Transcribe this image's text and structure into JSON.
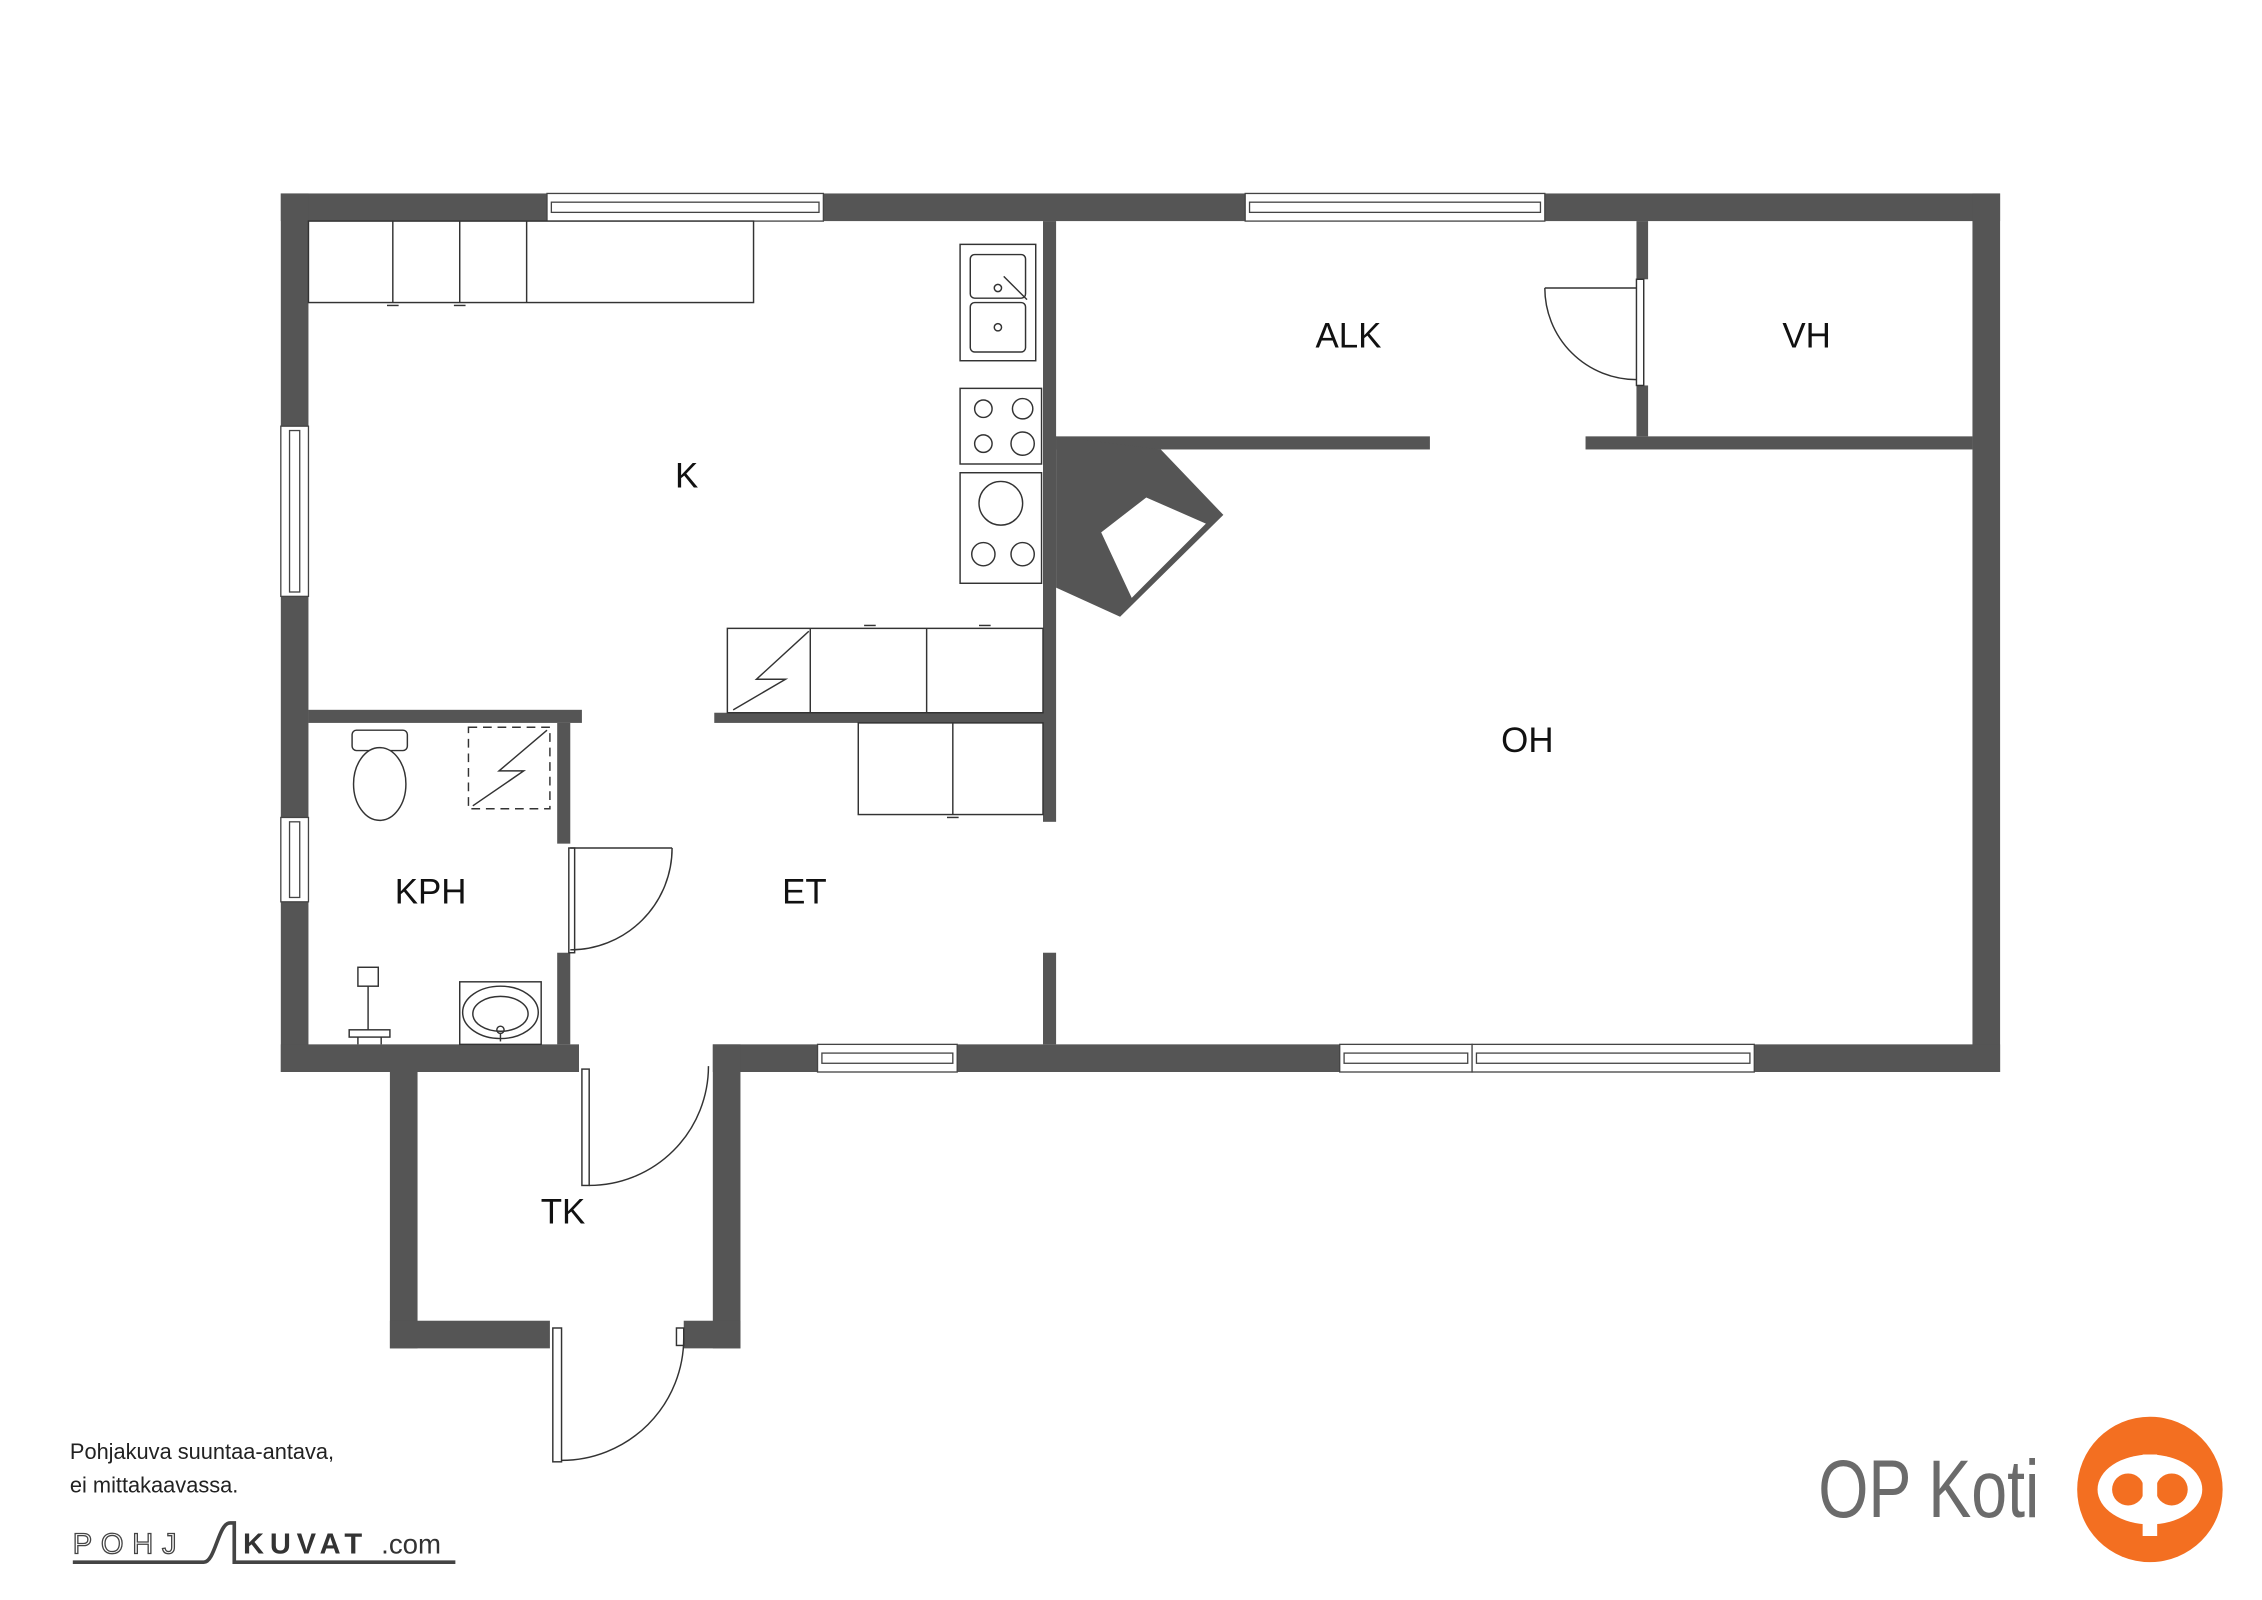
{
  "rooms": {
    "k": "K",
    "alk": "ALK",
    "vh": "VH",
    "oh": "OH",
    "kph": "KPH",
    "et": "ET",
    "tk": "TK"
  },
  "note": {
    "line1": "Pohjakuva suuntaa-antava,",
    "line2": "ei mittakaavassa."
  },
  "logo_pohjakuvat": {
    "part1": "POHJ",
    "part2": "KUVAT",
    "part3": ".com"
  },
  "brand": {
    "name": "OP Koti",
    "logo_icon": "op-logo-icon"
  },
  "icons": {
    "toilet": "toilet-icon",
    "sink": "sink-icon",
    "stove": "stove-icon",
    "oven": "oven-icon",
    "fireplace": "fireplace-icon",
    "door": "door-swing-icon",
    "window": "window-icon"
  },
  "colors": {
    "wall": "#555555",
    "text": "#111111",
    "accent": "#f36f21",
    "brand": "#6b6b6b"
  }
}
